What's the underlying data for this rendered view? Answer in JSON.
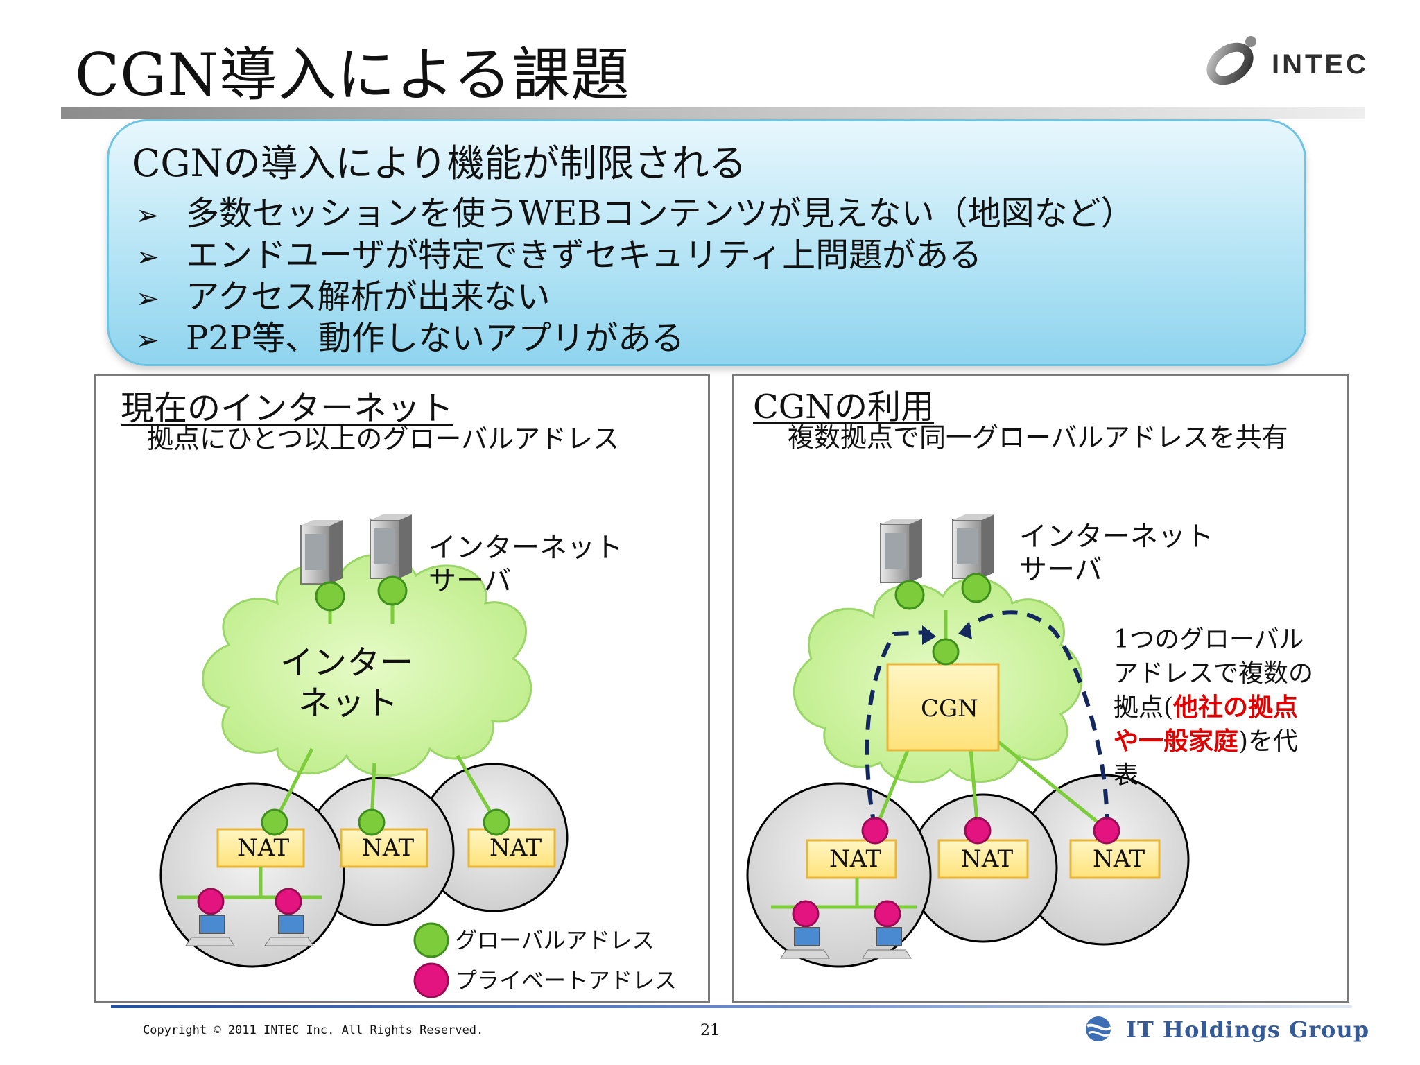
{
  "slide": {
    "title": "CGN導入による課題",
    "logo_text": "INTEC",
    "footer": {
      "copyright": "Copyright © 2011 INTEC Inc. All Rights Reserved.",
      "page_number": "21",
      "group_name": "IT Holdings Group"
    }
  },
  "callout": {
    "heading": "CGNの導入により機能が制限される",
    "bullet_symbol": "➢",
    "bullets": [
      "多数セッションを使うWEBコンテンツが見えない（地図など）",
      "エンドユーザが特定できずセキュリティ上問題がある",
      "アクセス解析が出来ない",
      "P2P等、動作しないアプリがある"
    ]
  },
  "left_panel": {
    "title": "現在のインターネット",
    "subtitle": "拠点にひとつ以上のグローバルアドレス",
    "server_label_line1": "インターネット",
    "server_label_line2": "サーバ",
    "cloud_label_line1": "インター",
    "cloud_label_line2": "ネット",
    "nat_labels": [
      "NAT",
      "NAT",
      "NAT"
    ],
    "legend": [
      {
        "label": "グローバルアドレス",
        "color": "#7ccc3c"
      },
      {
        "label": "プライベートアドレス",
        "color": "#e3137f"
      }
    ]
  },
  "right_panel": {
    "title": "CGNの利用",
    "subtitle": "複数拠点で同一グローバルアドレスを共有",
    "server_label_line1": "インターネット",
    "server_label_line2": "サーバ",
    "cgn_label": "CGN",
    "nat_labels": [
      "NAT",
      "NAT",
      "NAT"
    ],
    "note": {
      "line1": "1つのグローバル",
      "line2": "アドレスで複数の",
      "line3_a": "拠点(",
      "line3_red": "他社の拠点",
      "line4_red": "や一般家庭",
      "line4_b": ")を代",
      "line5": "表"
    }
  },
  "colors": {
    "global_address": "#7ccc3c",
    "private_address": "#e3137f",
    "cloud": "#c9f19b",
    "nat_box": "#ffe98a",
    "callout": "#b5e4f5",
    "dashed_path": "#14285e",
    "emphasis": "#e00000"
  }
}
